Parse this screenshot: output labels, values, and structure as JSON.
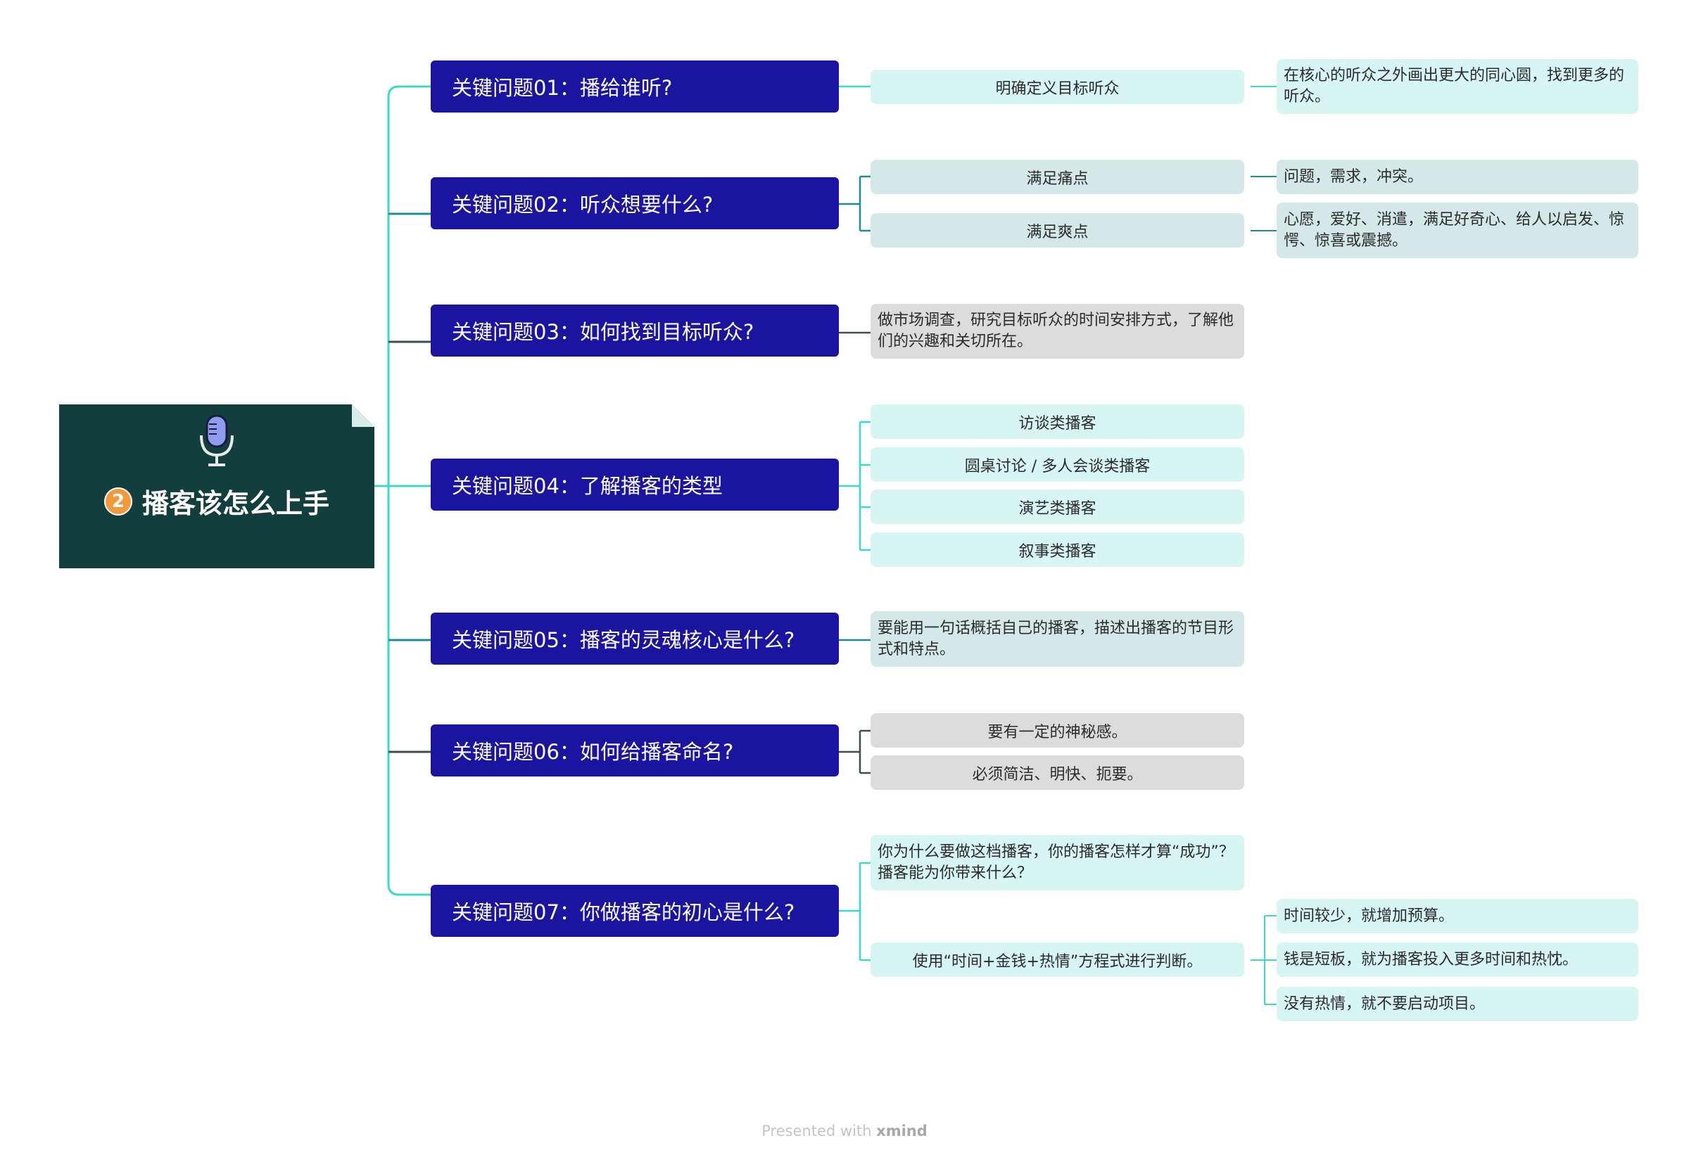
{
  "root": {
    "number": "2",
    "title": "播客该怎么上手"
  },
  "questions": [
    {
      "label": "关键问题01：播给谁听?"
    },
    {
      "label": "关键问题02：听众想要什么?"
    },
    {
      "label": "关键问题03：如何找到目标听众?"
    },
    {
      "label": "关键问题04：了解播客的类型"
    },
    {
      "label": "关键问题05：播客的灵魂核心是什么?"
    },
    {
      "label": "关键问题06：如何给播客命名?"
    },
    {
      "label": "关键问题07：你做播客的初心是什么?"
    }
  ],
  "subtopics": {
    "q1": [
      "明确定义目标听众"
    ],
    "q2": [
      "满足痛点",
      "满足爽点"
    ],
    "q3": [
      "做市场调查，研究目标听众的时间安排方式，了解他们的兴趣和关切所在。"
    ],
    "q4": [
      "访谈类播客",
      "圆桌讨论 / 多人会谈类播客",
      "演艺类播客",
      "叙事类播客"
    ],
    "q5": [
      "要能用一句话概括自己的播客，描述出播客的节目形式和特点。"
    ],
    "q6": [
      "要有一定的神秘感。",
      "必须简洁、明快、扼要。"
    ],
    "q7": [
      "你为什么要做这档播客，你的播客怎样才算“成功”？播客能为你带来什么？",
      "使用“时间+金钱+热情”方程式进行判断。"
    ]
  },
  "details": {
    "q1": [
      "在核心的听众之外画出更大的同心圆，找到更多的听众。"
    ],
    "q2": [
      "问题，需求，冲突。",
      "心愿，爱好、消遣，满足好奇心、给人以启发、惊愕、惊喜或震撼。"
    ],
    "q7": [
      "时间较少，就增加预算。",
      "钱是短板，就为播客投入更多时间和热忱。",
      "没有热情，就不要启动项目。"
    ]
  },
  "footer": {
    "prefix": "Presented with",
    "brand": "xmind"
  },
  "colors": {
    "root_bg": "#123e3d",
    "question_bg": "#1a14a0",
    "badge": "#f29a3b",
    "sub_cyan": "#d7f6f3",
    "sub_teal": "#d4e8e8",
    "sub_gray": "#dcdcdc",
    "line_cyan": "#3dd9c8",
    "line_teal": "#1f8d96",
    "line_dark": "#3b4f4e"
  }
}
